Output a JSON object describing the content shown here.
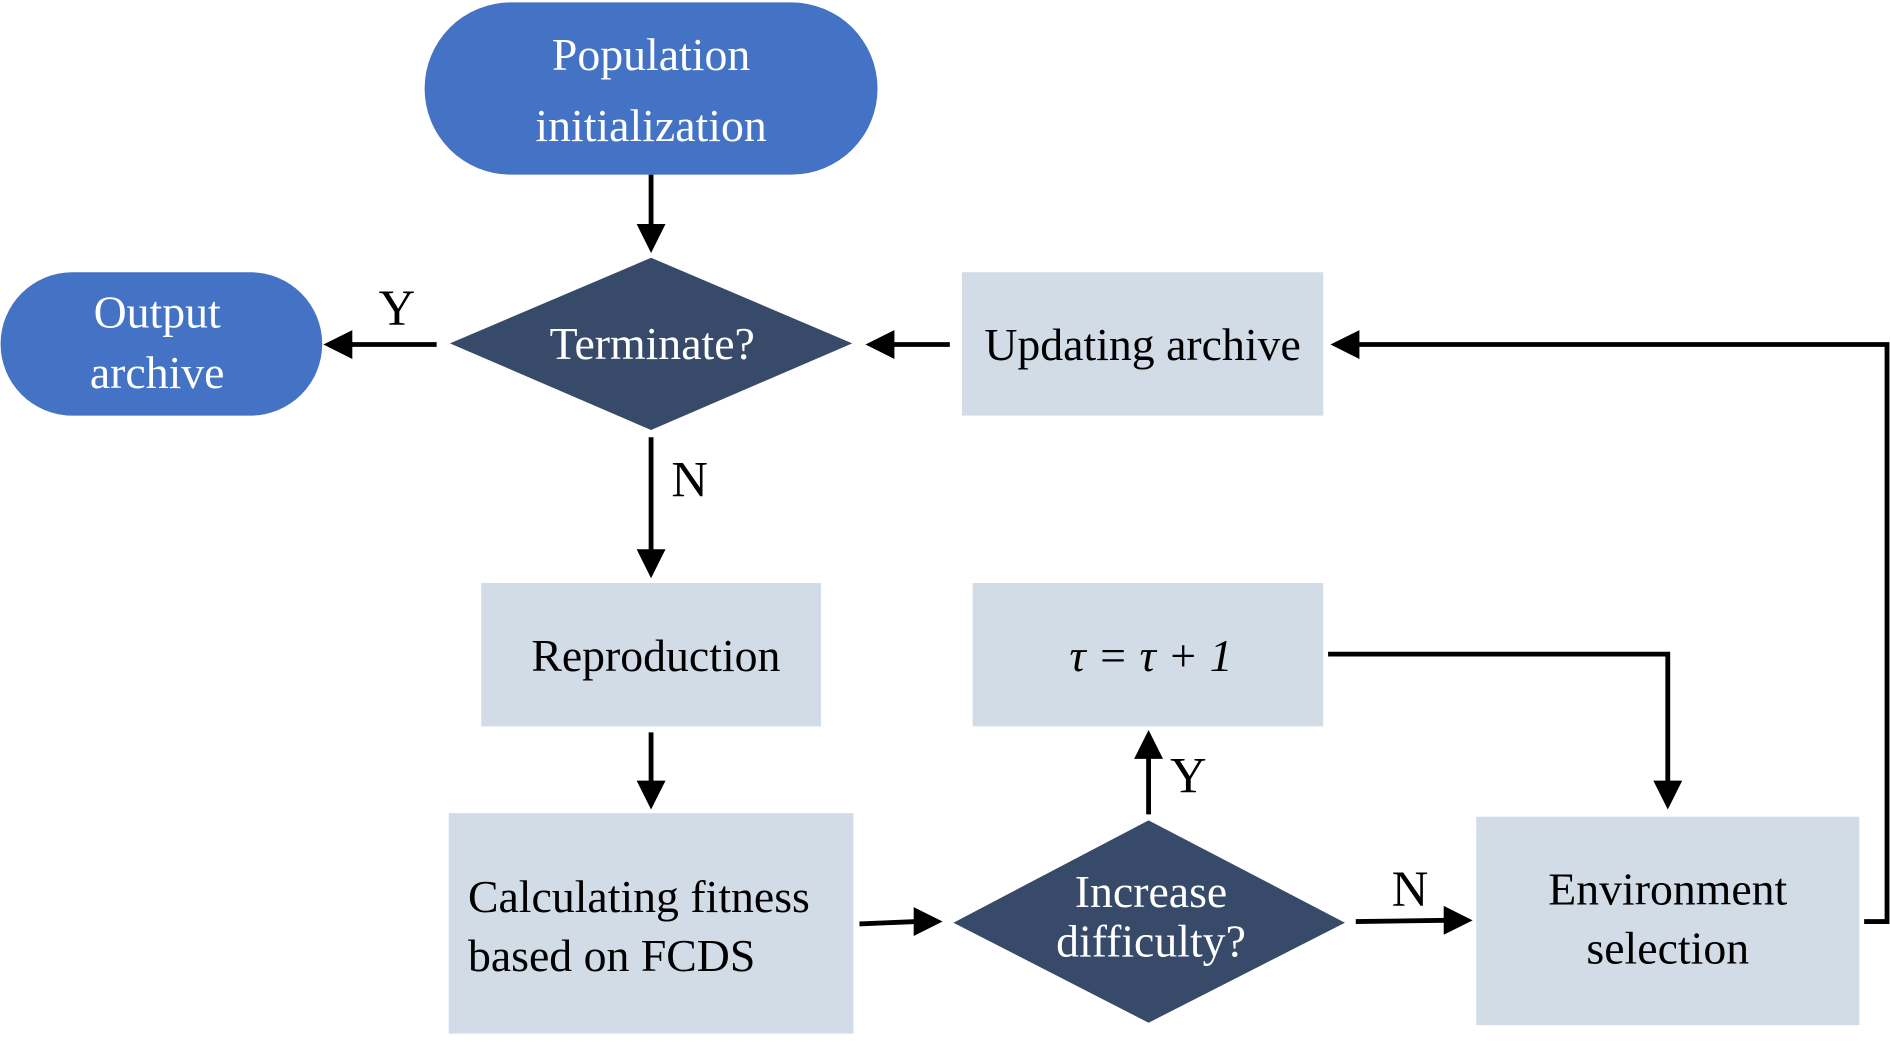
{
  "colors": {
    "terminal": "#4472C4",
    "decision": "#374A69",
    "process": "#D1DCE6",
    "arrow": "#000000",
    "text_light": "#FFFFFF",
    "text_dark": "#000000"
  },
  "nodes": {
    "population_init": {
      "type": "terminal",
      "lines": [
        "Population",
        "initialization"
      ]
    },
    "terminate": {
      "type": "decision",
      "lines": [
        "Terminate?"
      ]
    },
    "output_archive": {
      "type": "terminal",
      "lines": [
        "Output",
        "archive"
      ]
    },
    "updating_archive": {
      "type": "process",
      "lines": [
        "Updating archive"
      ]
    },
    "reproduction": {
      "type": "process",
      "lines": [
        "Reproduction"
      ]
    },
    "calc_fitness": {
      "type": "process",
      "lines": [
        "Calculating fitness",
        "based on FCDS"
      ]
    },
    "increase_difficulty": {
      "type": "decision",
      "lines": [
        "Increase",
        "difficulty?"
      ]
    },
    "tau_update": {
      "type": "process",
      "lines": [
        "τ = τ + 1"
      ]
    },
    "env_selection": {
      "type": "process",
      "lines": [
        "Environment",
        "selection"
      ]
    }
  },
  "edges": [
    {
      "from": "population_init",
      "to": "terminate",
      "label": ""
    },
    {
      "from": "terminate",
      "to": "output_archive",
      "label": "Y"
    },
    {
      "from": "terminate",
      "to": "reproduction",
      "label": "N"
    },
    {
      "from": "updating_archive",
      "to": "terminate",
      "label": ""
    },
    {
      "from": "reproduction",
      "to": "calc_fitness",
      "label": ""
    },
    {
      "from": "calc_fitness",
      "to": "increase_difficulty",
      "label": ""
    },
    {
      "from": "increase_difficulty",
      "to": "tau_update",
      "label": "Y"
    },
    {
      "from": "increase_difficulty",
      "to": "env_selection",
      "label": "N"
    },
    {
      "from": "tau_update",
      "to": "env_selection",
      "label": ""
    },
    {
      "from": "env_selection",
      "to": "updating_archive",
      "label": ""
    }
  ],
  "edge_labels": {
    "terminate_yes": "Y",
    "terminate_no": "N",
    "difficulty_yes": "Y",
    "difficulty_no": "N"
  }
}
